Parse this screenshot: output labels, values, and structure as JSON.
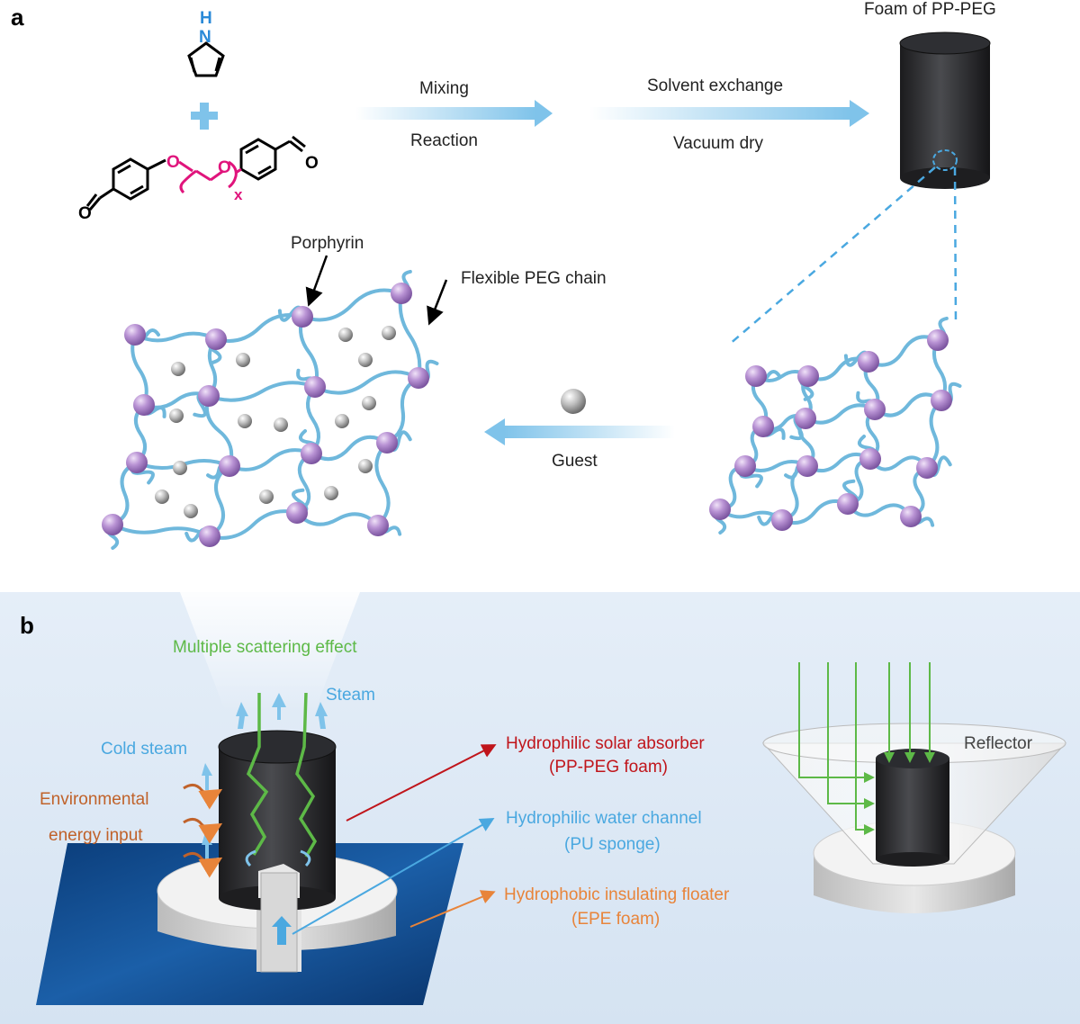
{
  "panel_a": {
    "letter": "a",
    "pyrrole_nh": "H\nN",
    "pyrrole_h": "H",
    "pyrrole_n": "N",
    "aldehyde_o_left": "O",
    "aldehyde_o_right": "O",
    "ether_o1": "O",
    "ether_o2": "O",
    "repeat_x": "x",
    "step1_top": "Mixing",
    "step1_bottom": "Reaction",
    "step2_top": "Solvent exchange",
    "step2_bottom": "Vacuum dry",
    "foam_title": "Foam of PP-PEG",
    "porphyrin_label": "Porphyrin",
    "peg_label": "Flexible PEG chain",
    "guest_label": "Guest"
  },
  "panel_b": {
    "letter": "b",
    "scattering": "Multiple scattering effect",
    "steam": "Steam",
    "cold_steam": "Cold steam",
    "env_line1": "Environmental",
    "env_line2": "energy input",
    "absorber_line1": "Hydrophilic solar absorber",
    "absorber_line2": "(PP-PEG foam)",
    "channel_line1": "Hydrophilic water channel",
    "channel_line2": "(PU sponge)",
    "floater_line1": "Hydrophobic insulating floater",
    "floater_line2": "(EPE foam)",
    "reflector": "Reflector"
  },
  "colors": {
    "blue_arrow": "#7fc3ea",
    "chain": "#6fb8dc",
    "porphyrin": "#b48fd0",
    "guest": "#b5b5b5",
    "pink": "#e0147c",
    "pyrrole_blue": "#2a8ad8",
    "green": "#5db947",
    "red": "#c0151b",
    "light_blue_text": "#4aa8e0",
    "orange": "#e8843a",
    "brown": "#c0622a",
    "panel_b_bg": "#dfeaf5"
  }
}
